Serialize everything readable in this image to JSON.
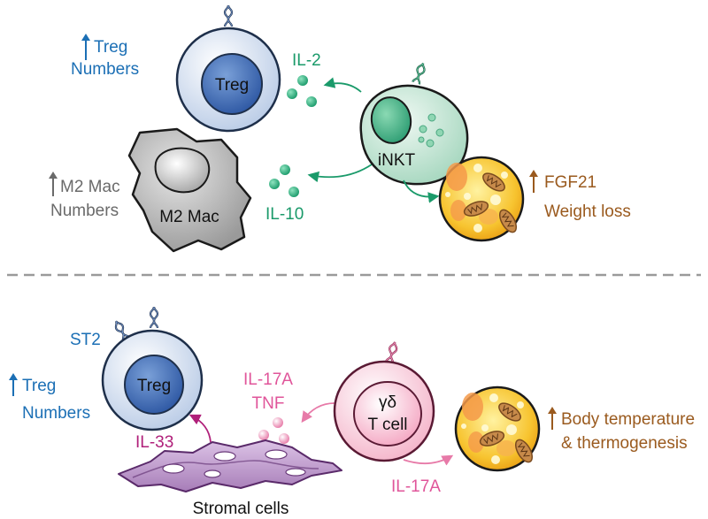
{
  "colors": {
    "treg": "#1b6fb5",
    "inkt": "#1a9a6a",
    "m2": "#6a6a6a",
    "adipo": "#9a5a1e",
    "gd": "#e0559a",
    "il33": "#b0207a"
  },
  "top": {
    "treg_cell_label": "Treg",
    "treg_effect_line1": "Treg",
    "treg_effect_line2": "Numbers",
    "il2_label": "IL-2",
    "il10_label": "IL-10",
    "inkt_cell_label": "iNKT",
    "m2_cell_label": "M2 Mac",
    "m2_effect_line1": "M2 Mac",
    "m2_effect_line2": "Numbers",
    "adipo_effect_line1": "FGF21",
    "adipo_effect_line2": "Weight loss"
  },
  "bottom": {
    "st2_label": "ST2",
    "treg_cell_label": "Treg",
    "treg_effect_line1": "Treg",
    "treg_effect_line2": "Numbers",
    "il17a_tnf_line1": "IL-17A",
    "il17a_tnf_line2": "TNF",
    "gd_cell_line1": "γδ",
    "gd_cell_line2": "T cell",
    "il33_label": "IL-33",
    "il17a_label": "IL-17A",
    "stromal_label": "Stromal cells",
    "adipo_effect_line1": "Body temperature",
    "adipo_effect_line2": "& thermogenesis"
  },
  "icons": [
    "receptor-icon",
    "up-arrow-icon",
    "granule-dots-icon",
    "mitochondria-icon"
  ]
}
